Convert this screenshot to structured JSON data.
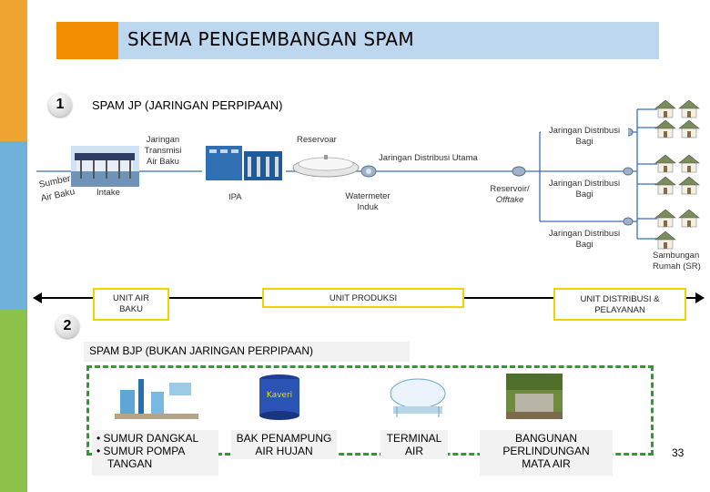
{
  "title": "SKEMA PENGEMBANGAN SPAM",
  "section1": {
    "number": "1",
    "heading": "SPAM JP (JARINGAN PERPIPAAN)"
  },
  "section2": {
    "number": "2",
    "heading": "SPAM BJP (BUKAN JARINGAN PERPIPAAN)"
  },
  "diagram": {
    "source": [
      "Sumber",
      "Air Baku"
    ],
    "transmission": [
      "Jaringan",
      "Transmisi",
      "Air Baku"
    ],
    "intake": "Intake",
    "ipa": "IPA",
    "reservoir": "Reservoar",
    "main_distribution": "Jaringan Distribusi Utama",
    "water_meter": [
      "Watermeter",
      "Induk"
    ],
    "offtake": [
      "Reservoir/",
      "Offtake"
    ],
    "branch_distribution": [
      "Jaringan Distribusi",
      "Bagi"
    ],
    "house_connection": [
      "Sambungan",
      "Rumah (SR)"
    ]
  },
  "units": {
    "raw_water": [
      "UNIT AIR",
      "BAKU"
    ],
    "production": "UNIT PRODUKSI",
    "distribution": [
      "UNIT DISTRIBUSI &",
      "PELAYANAN"
    ]
  },
  "bjp_items": [
    {
      "lines": [
        "• SUMUR DANGKAL",
        "• SUMUR POMPA",
        "TANGAN"
      ]
    },
    {
      "lines": [
        "BAK PENAMPUNG",
        "AIR HUJAN"
      ]
    },
    {
      "lines": [
        "TERMINAL",
        "AIR"
      ]
    },
    {
      "lines": [
        "BANGUNAN",
        "PERLINDUNGAN",
        "MATA AIR"
      ]
    }
  ],
  "tank_brand": "Kaveri",
  "page_number": "33",
  "colors": {
    "accent_orange": "#f28c00",
    "title_bar": "#bdd7ee",
    "stripe_orange": "#f0a431",
    "stripe_blue": "#6fb1d8",
    "stripe_green": "#8cc24a",
    "unit_border": "#f2d200",
    "pipe_line": "#3b6fb6",
    "dashed_border": "#2e9c2e"
  }
}
